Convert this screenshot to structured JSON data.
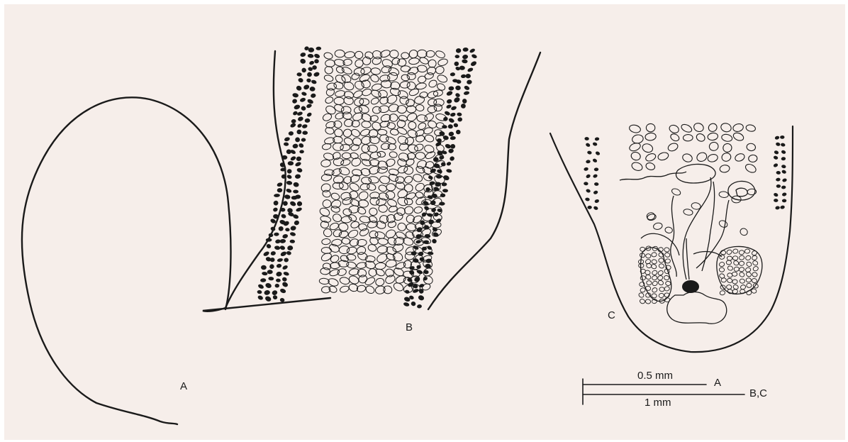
{
  "colors": {
    "paper": "#f6eeea",
    "ink": "#1a1a1a"
  },
  "figure": {
    "panels": [
      {
        "label": "A"
      },
      {
        "label": "B"
      },
      {
        "label": "C"
      }
    ],
    "scale_bars": [
      {
        "length_text": "0.5 mm",
        "applies_to": "A"
      },
      {
        "length_text": "1 mm",
        "applies_to": "B,C"
      }
    ]
  }
}
